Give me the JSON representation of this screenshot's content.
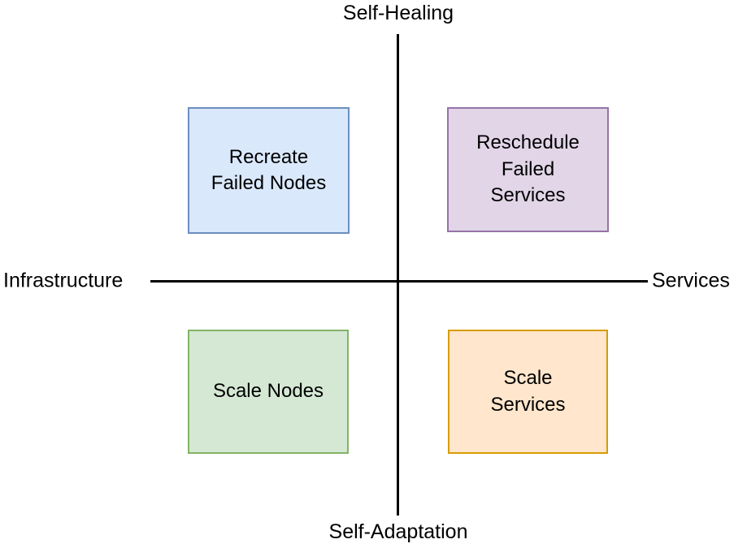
{
  "diagram": {
    "axes": {
      "top_label": "Self-Healing",
      "bottom_label": "Self-Adaptation",
      "left_label": "Infrastructure",
      "right_label": "Services"
    },
    "quadrants": [
      {
        "position": "top-left",
        "label": "Recreate\nFailed Nodes",
        "fill": "#DAE8FC",
        "border": "#6C8EBF"
      },
      {
        "position": "top-right",
        "label": "Reschedule\nFailed\nServices",
        "fill": "#E1D5E7",
        "border": "#9673A6"
      },
      {
        "position": "bottom-left",
        "label": "Scale Nodes",
        "fill": "#D5E8D4",
        "border": "#82B366"
      },
      {
        "position": "bottom-right",
        "label": "Scale\nServices",
        "fill": "#FFE6CC",
        "border": "#D79B00"
      }
    ],
    "colors": {
      "axis_line": "#000000",
      "text": "#000000",
      "background": "#FFFFFF"
    }
  }
}
